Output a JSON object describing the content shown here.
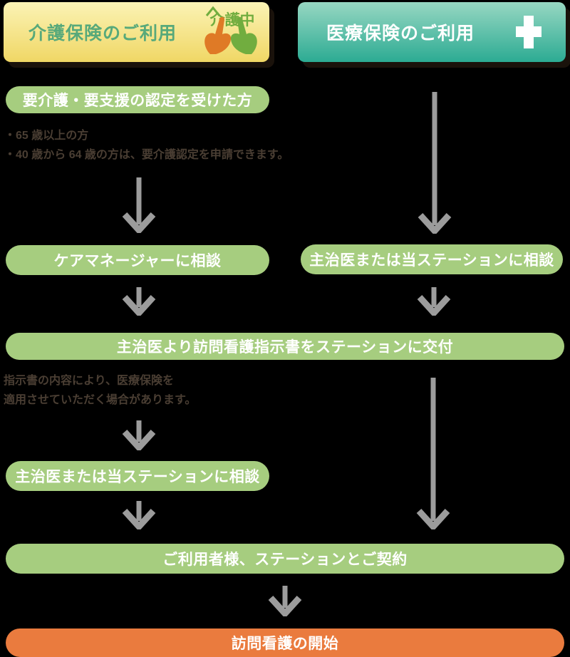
{
  "background": "#000000",
  "colors": {
    "background": "#000000",
    "care_card_top": "#fbf3b5",
    "care_card_bottom": "#f0d765",
    "care_title": "#57a97a",
    "medical_card_top": "#97d7c2",
    "medical_card_bottom": "#2cab93",
    "pill_green": "#a6cd7f",
    "start_orange": "#ea7b3e",
    "arrow_gray": "#9c9c9c",
    "note_text": "#4a3e33",
    "hand_orange": "#df7a26",
    "hand_green": "#71ad3f",
    "card_shadow": "#1a120b"
  },
  "care_column": {
    "header_title": "介護保険のご利用",
    "header_badge": "介護中",
    "eligibility_label": "要介護・要支援の認定を受けた方",
    "age_note_1": "・65 歳以上の方",
    "age_note_2": "・40 歳から 64 歳の方は、要介護認定を申請できます。",
    "step_caremanager": "ケアマネージャーに相談",
    "step_consult": "主治医または当ステーションに相談"
  },
  "medical_column": {
    "header_title": "医療保険のご利用",
    "step_consult": "主治医または当ステーションに相談"
  },
  "shared_steps": {
    "directive_label": "主治医より訪問看護指示書をステーションに交付",
    "directive_note_1": "指示書の内容により、医療保険を",
    "directive_note_2": "適用させていただく場合があります。",
    "contract_label": "ご利用者様、ステーションとご契約",
    "start_label": "訪問看護の開始"
  }
}
